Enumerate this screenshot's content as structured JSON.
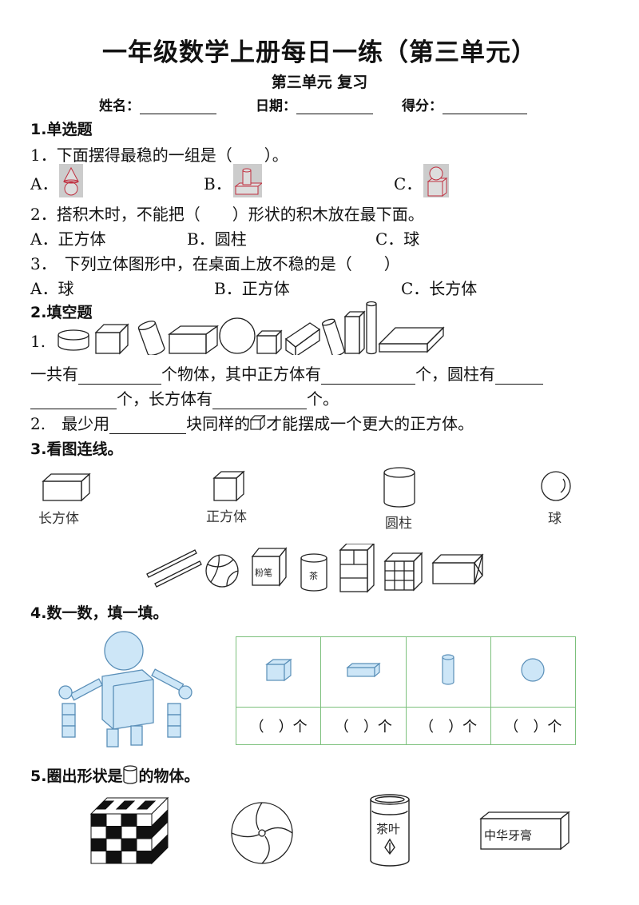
{
  "header": {
    "title": "一年级数学上册每日一练（第三单元）",
    "subtitle": "第三单元 复习",
    "name_label": "姓名：",
    "date_label": "日期：",
    "score_label": "得分："
  },
  "section1": {
    "heading": "1.单选题",
    "q1": {
      "stem": "1．下面摆得最稳的一组是（　　）。",
      "opt_a": "A．",
      "opt_b": "B．",
      "opt_c": "C．"
    },
    "q2": {
      "stem": "2．搭积木时，不能把（　　）形状的积木放在最下面。",
      "opt_a": "A．正方体",
      "opt_b": "B．圆柱",
      "opt_c": "C．球"
    },
    "q3": {
      "stem": "3．　下列立体图形中，在桌面上放不稳的是（　　）",
      "opt_a": "A．球",
      "opt_b": "B．正方体",
      "opt_c": "C．长方体"
    }
  },
  "section2": {
    "heading": "2.填空题",
    "q1_num": "1.",
    "q1_text_a": "一共有",
    "q1_text_b": "个物体，其中正方体有",
    "q1_text_c": "个，圆柱有",
    "q1_text_d": "个，长方体有",
    "q1_text_e": "个。",
    "q2_text_a": "2.　最少用",
    "q2_text_b": "块同样的",
    "q2_text_c": "才能摆成一个更大的正方体。"
  },
  "section3": {
    "heading": "3.看图连线。",
    "labels": [
      "长方体",
      "正方体",
      "圆柱",
      "球"
    ],
    "chalk_text": "粉笔",
    "tea_text": "茶"
  },
  "section4": {
    "heading": "4.数一数，填一填。",
    "answer_cells": [
      "（　）个",
      "（　）个",
      "（　）个",
      "（　）个"
    ]
  },
  "section5": {
    "heading_a": "5.圈出形状是",
    "heading_b": "的物体。",
    "can_text": "茶叶",
    "box_text": "中华牙膏"
  },
  "colors": {
    "figure_fill": "#cde6f7",
    "figure_stroke": "#5a8fb8",
    "table_border": "#7cc07c",
    "photo_bg": "#cccccc"
  }
}
